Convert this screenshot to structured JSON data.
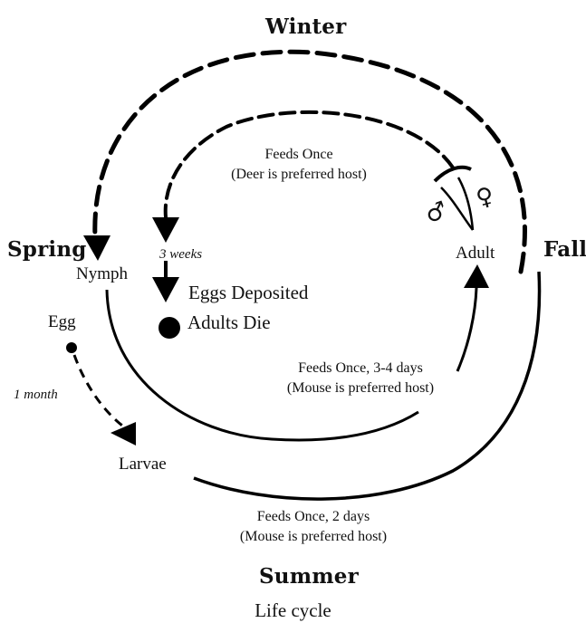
{
  "seasons": {
    "winter": "Winter",
    "spring": "Spring",
    "fall": "Fall",
    "summer": "Summer"
  },
  "stages": {
    "nymph": "Nymph",
    "adult": "Adult",
    "egg": "Egg",
    "larvae": "Larvae",
    "eggs_deposited": "Eggs Deposited",
    "adults_die": "Adults Die"
  },
  "durations": {
    "three_weeks": "3 weeks",
    "one_month": "1 month"
  },
  "feeding": {
    "adult_line1": "Feeds Once",
    "adult_line2": "(Deer is preferred host)",
    "nymph_line1": "Feeds Once, 3-4 days",
    "nymph_line2": "(Mouse is preferred host)",
    "larvae_line1": "Feeds Once, 2 days",
    "larvae_line2": "(Mouse is preferred host)"
  },
  "symbols": {
    "male": "♂",
    "female": "♀"
  },
  "caption": "Life cycle"
}
